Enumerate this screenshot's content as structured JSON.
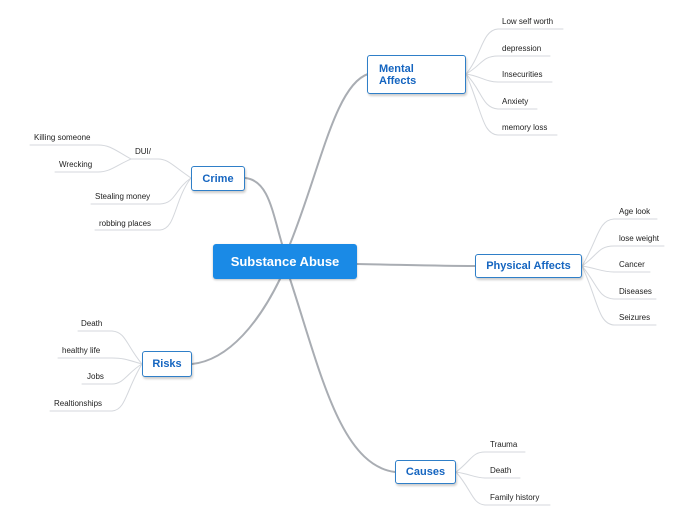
{
  "central": {
    "label": "Substance Abuse"
  },
  "mental": {
    "label_line1": "Mental",
    "label_line2": "Affects",
    "items": [
      "Low self worth",
      "depression",
      "Insecurities",
      "Anxiety",
      "memory loss"
    ]
  },
  "physical": {
    "label": "Physical Affects",
    "items": [
      "Age look",
      "lose weight",
      "Cancer",
      "Diseases",
      "Seizures"
    ]
  },
  "causes": {
    "label": "Causes",
    "items": [
      "Trauma",
      "Death",
      "Family history"
    ]
  },
  "risks": {
    "label": "Risks",
    "items": [
      "Death",
      "healthy life",
      "Jobs",
      "Realtionships"
    ]
  },
  "crime": {
    "label": "Crime",
    "items": [
      "DUI/",
      "Stealing money",
      "robbing places"
    ],
    "dui_items": [
      "Killing someone",
      "Wrecking"
    ]
  },
  "colors": {
    "central_fill": "#1a8ae6",
    "topic_border": "#2f7fc8",
    "topic_text": "#1565c0",
    "main_link": "#a9adb3",
    "sub_link": "#d4d7dc"
  }
}
